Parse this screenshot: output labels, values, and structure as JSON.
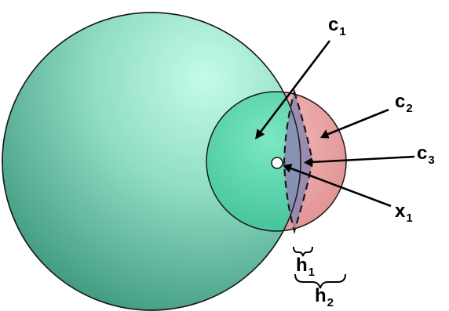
{
  "labels": {
    "c1": {
      "main": "c",
      "sub": "1"
    },
    "c2": {
      "main": "c",
      "sub": "2"
    },
    "c3": {
      "main": "c",
      "sub": "3"
    },
    "x1": {
      "main": "x",
      "sub": "1"
    },
    "h1": {
      "main": "h",
      "sub": "1"
    },
    "h2": {
      "main": "h",
      "sub": "2"
    }
  },
  "colors": {
    "large_sphere": "#8fdcc4",
    "small_sphere_overlap": "#5fd0aa",
    "cap_region": "#eca3a3",
    "lens_region": "#8c86b0",
    "outline": "#1a1a1a",
    "background": "#ffffff"
  }
}
